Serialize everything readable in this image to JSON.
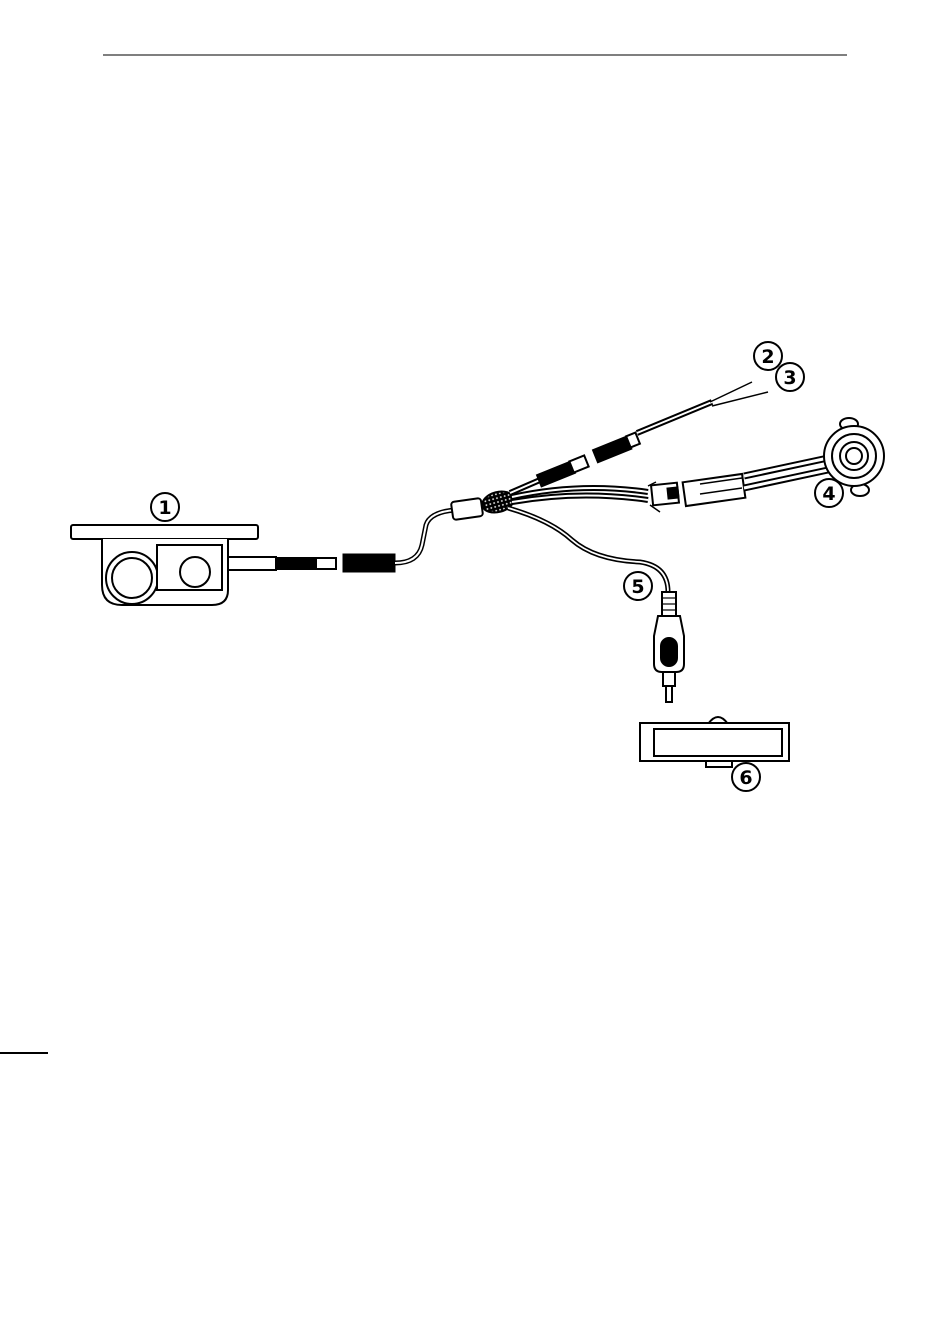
{
  "callouts": {
    "c1": "1",
    "c2": "2",
    "c3": "3",
    "c4": "4",
    "c5": "5",
    "c6": "6"
  },
  "colors": {
    "line": "#000000",
    "background": "#ffffff",
    "rule": "#555555"
  }
}
